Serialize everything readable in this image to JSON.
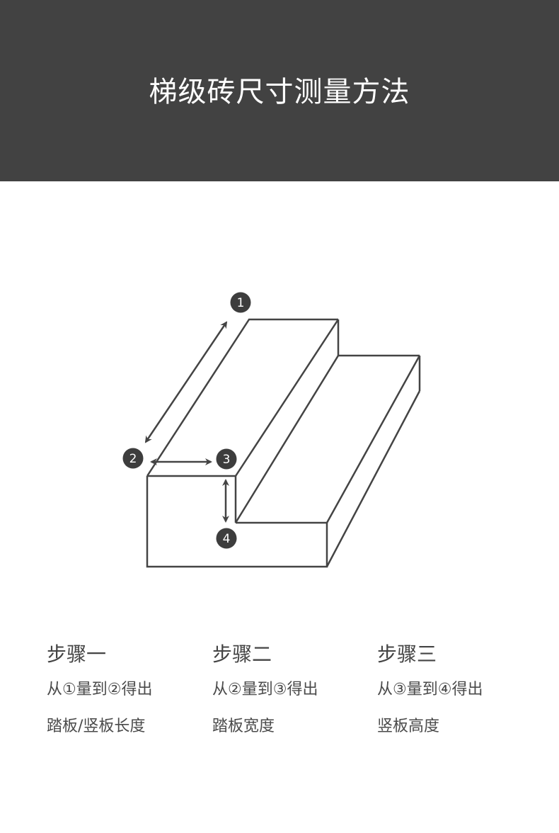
{
  "header": {
    "title": "梯级砖尺寸测量方法",
    "background": "#424242",
    "text_color": "#ffffff"
  },
  "diagram": {
    "line_color": "#444444",
    "markers": [
      {
        "label": "1",
        "name": "marker-1"
      },
      {
        "label": "2",
        "name": "marker-2"
      },
      {
        "label": "3",
        "name": "marker-3"
      },
      {
        "label": "4",
        "name": "marker-4"
      }
    ],
    "measurements": [
      {
        "from": "1",
        "to": "2",
        "icon": "double-arrow-diagonal-icon"
      },
      {
        "from": "2",
        "to": "3",
        "icon": "double-arrow-horizontal-icon"
      },
      {
        "from": "3",
        "to": "4",
        "icon": "double-arrow-vertical-icon"
      }
    ]
  },
  "steps": [
    {
      "title": "步骤一",
      "line1": "从①量到②得出",
      "line2": "踏板/竖板长度"
    },
    {
      "title": "步骤二",
      "line1": "从②量到③得出",
      "line2": "踏板宽度"
    },
    {
      "title": "步骤三",
      "line1": "从③量到④得出",
      "line2": "竖板高度"
    }
  ]
}
